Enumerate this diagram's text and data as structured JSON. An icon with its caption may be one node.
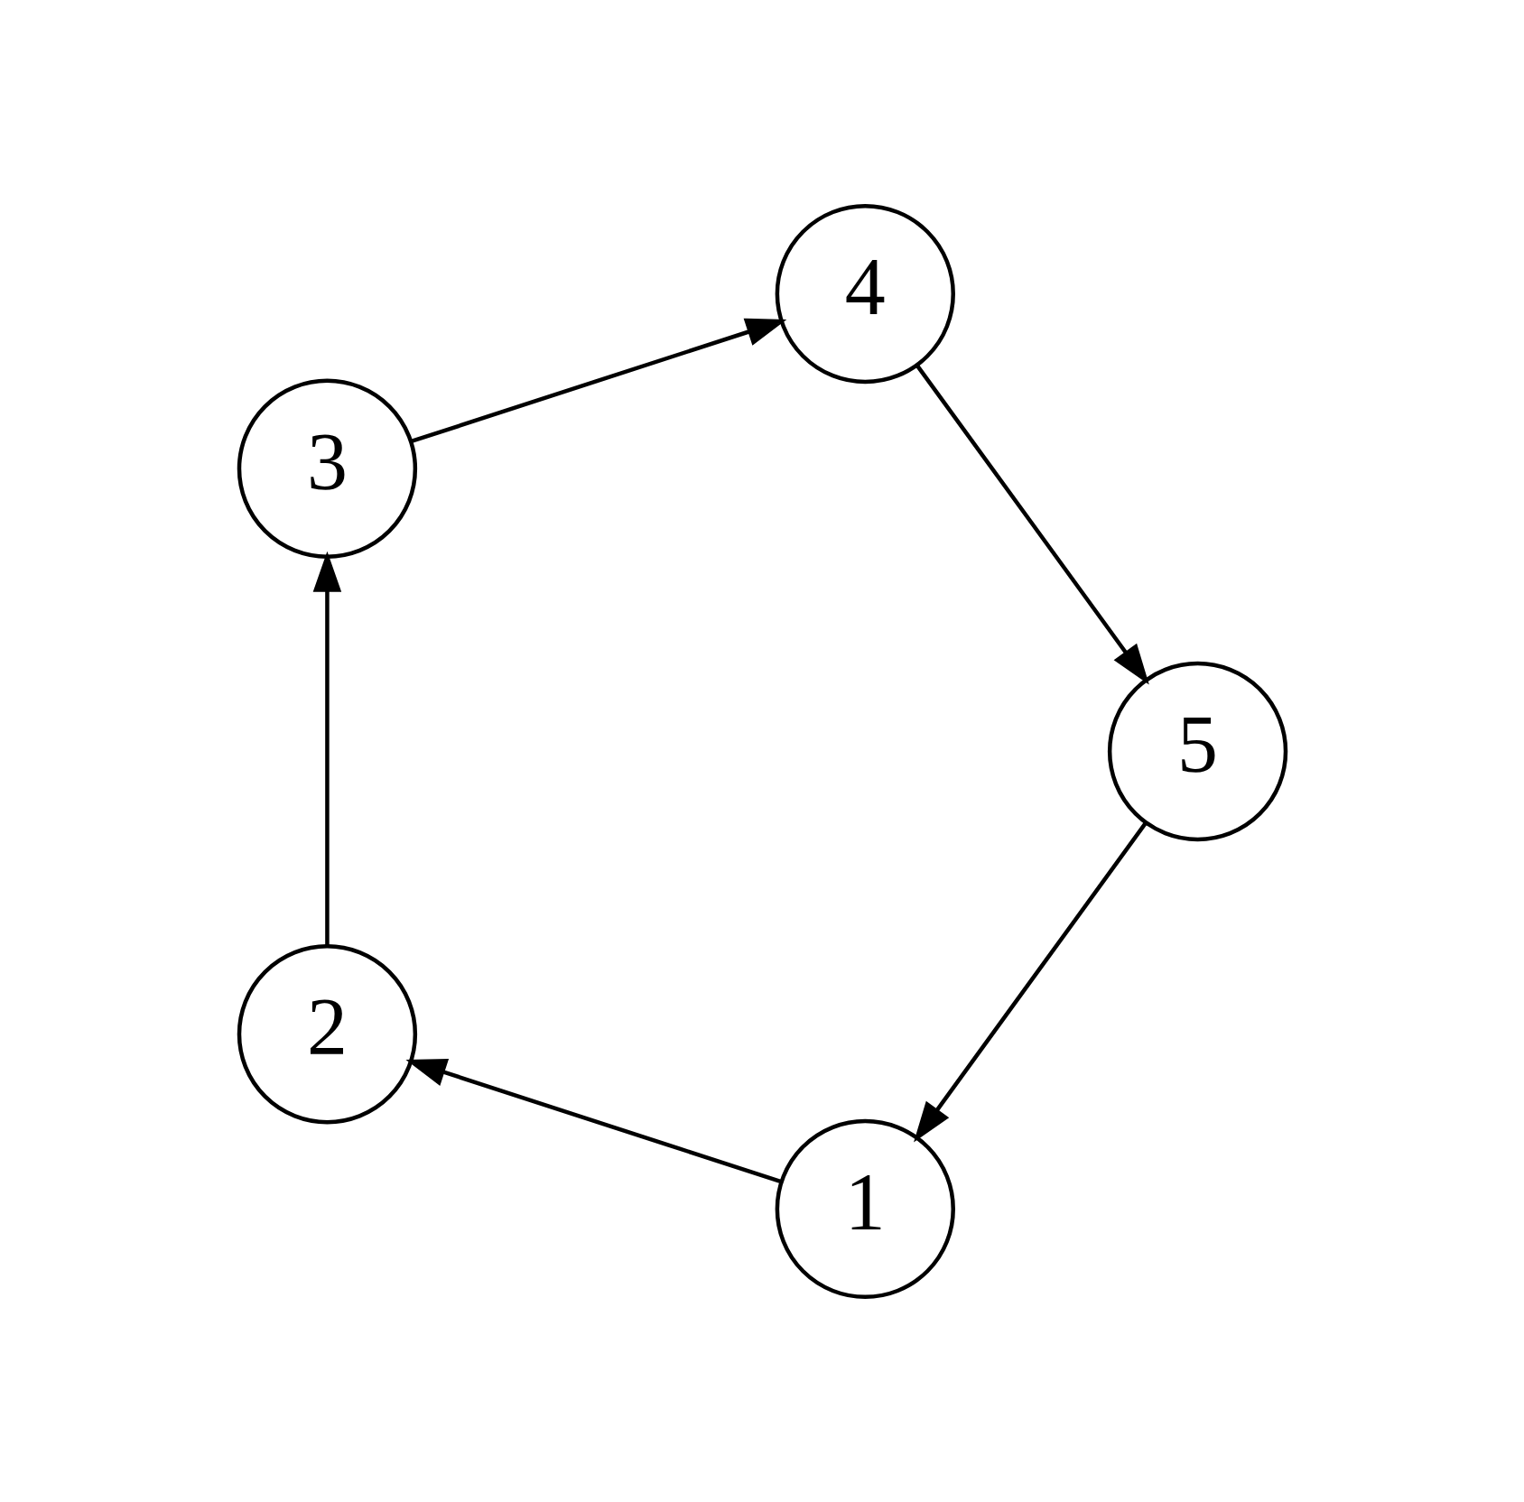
{
  "diagram": {
    "nodes": [
      {
        "text": [
          "1"
        ]
      },
      {
        "text": [
          "2"
        ]
      },
      {
        "text": [
          "3"
        ]
      },
      {
        "text": [
          "4"
        ]
      },
      {
        "text": [
          "5"
        ]
      }
    ],
    "edges": [
      {
        "from": 0,
        "to": 1,
        "arrow": "to"
      },
      {
        "from": 1,
        "to": 2,
        "arrow": "to"
      },
      {
        "from": 2,
        "to": 3,
        "arrow": "to"
      },
      {
        "from": 3,
        "to": 4,
        "arrow": "to"
      },
      {
        "from": 4,
        "to": 0,
        "arrow": "to"
      }
    ]
  }
}
